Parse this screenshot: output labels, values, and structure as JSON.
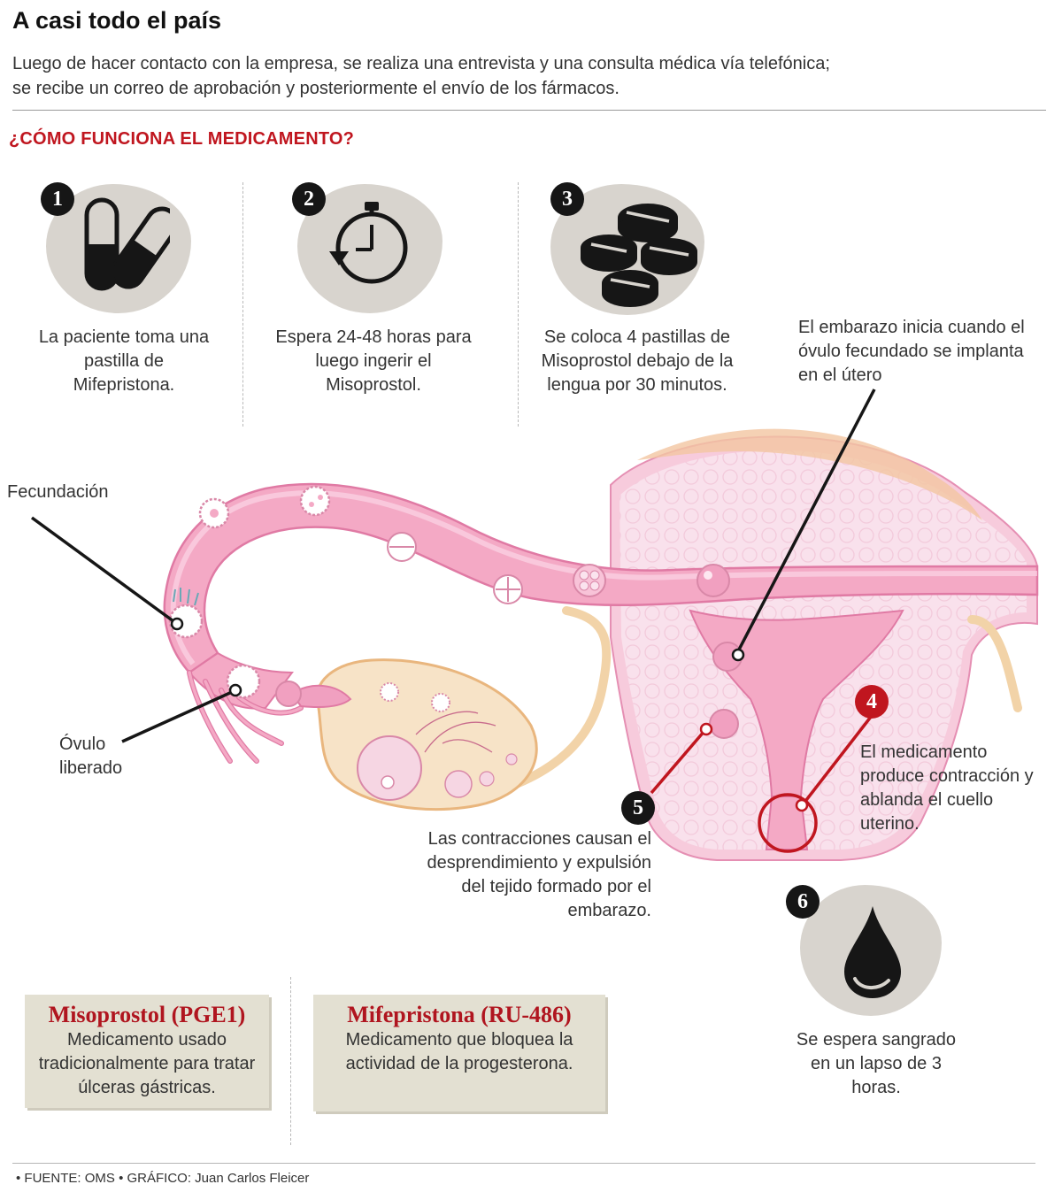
{
  "header": {
    "title": "A casi todo el país",
    "lead": "Luego de hacer contacto con la empresa, se realiza una entrevista y una consulta médica vía telefónica; se recibe un correo de aprobación y posteriormente el envío de los fármacos."
  },
  "section_title": "¿CÓMO FUNCIONA EL MEDICAMENTO?",
  "steps": [
    {
      "number": "1",
      "icon": "capsules-icon",
      "text": "La paciente toma una pastilla de Mifepristona."
    },
    {
      "number": "2",
      "icon": "stopwatch-icon",
      "text": "Espera 24-48 horas para luego ingerir el Misoprostol."
    },
    {
      "number": "3",
      "icon": "pills-icon",
      "text": "Se coloca 4 pastillas de Misoprostol debajo de la lengua por 30 minutos."
    },
    {
      "number": "4",
      "text": "El medicamento produce contracción y ablanda el cuello uterino."
    },
    {
      "number": "5",
      "text": "Las contracciones causan el desprendimiento y expulsión del tejido formado por el embarazo."
    },
    {
      "number": "6",
      "icon": "blood-drop-icon",
      "text": "Se espera sangrado en un lapso de 3 horas."
    }
  ],
  "diagram": {
    "pregnancy_note": "El embarazo inicia cuando el óvulo fecundado se implanta en el útero",
    "fertilization_label": "Fecundación",
    "ovum_label": "Óvulo liberado"
  },
  "definitions": [
    {
      "title": "Misoprostol (PGE1)",
      "text": "Medicamento usado tradicionalmente  para tratar úlceras gástricas."
    },
    {
      "title": "Mifepristona (RU-486)",
      "text": "Medicamento que bloquea la actividad de la progesterona."
    }
  ],
  "footer": {
    "source": "• FUENTE: OMS  • GRÁFICO: Juan Carlos Fleicer"
  },
  "colors": {
    "accent_red": "#c0161f",
    "badge": "#161616",
    "icon_bg": "#d8d4ce",
    "box_bg": "#e3e0d2",
    "tissue_pink": "#f0a8c4",
    "tissue_light": "#f9dce9",
    "ovary": "#f2d9b9"
  }
}
